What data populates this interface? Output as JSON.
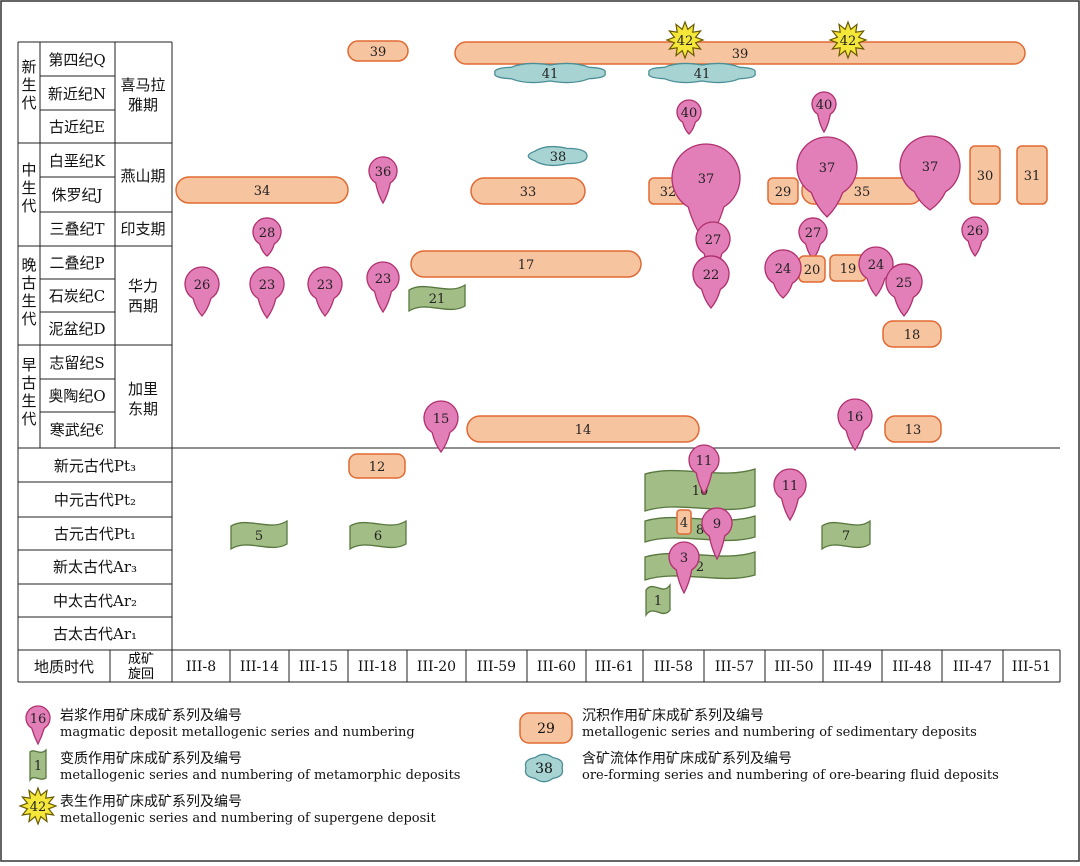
{
  "colors": {
    "magmatic_fill": "#e27fb8",
    "magmatic_stroke": "#b0306e",
    "sedimentary_fill": "#f7c4a0",
    "sedimentary_stroke": "#e06a34",
    "metamorphic_fill": "#a2bd85",
    "metamorphic_stroke": "#58783f",
    "fluid_fill": "#a7d3d3",
    "fluid_stroke": "#4a8e96",
    "supergene_fill": "#f4e73a",
    "supergene_stroke": "#6a5a00"
  },
  "eras": [
    {
      "name": "新\n生\n代",
      "cycle": "喜马拉\n雅期",
      "periods": [
        "第四纪Q",
        "新近纪N",
        "古近纪E"
      ]
    },
    {
      "name": "中\n生\n代",
      "cycle": "燕山期",
      "periods": [
        "白垩纪K",
        "侏罗纪J"
      ]
    },
    {
      "name": "",
      "cycle": "印支期",
      "periods": [
        "三叠纪T"
      ]
    },
    {
      "name": "晚\n古\n生\n代",
      "cycle": "华力\n西期",
      "periods": [
        "二叠纪P",
        "石炭纪C",
        "泥盆纪D"
      ]
    },
    {
      "name": "早\n古\n生\n代",
      "cycle": "加里\n东期",
      "periods": [
        "志留纪S",
        "奥陶纪O",
        "寒武纪€"
      ]
    }
  ],
  "precambrian": [
    "新元古代Pt₃",
    "中元古代Pt₂",
    "古元古代Pt₁",
    "新太古代Ar₃",
    "中太古代Ar₂",
    "古太古代Ar₁"
  ],
  "axis": {
    "corner_left": "地质时代",
    "corner_right": "成矿\n旋回",
    "units": [
      "III-8",
      "III-14",
      "III-15",
      "III-18",
      "III-20",
      "III-59",
      "III-60",
      "III-61",
      "III-58",
      "III-57",
      "III-50",
      "III-49",
      "III-48",
      "III-47",
      "III-51"
    ]
  },
  "legend": {
    "magmatic": {
      "sample": "16",
      "cn": "岩浆作用矿床成矿系列及编号",
      "en": "magmatic deposit metallogenic series and numbering"
    },
    "sedimentary": {
      "sample": "29",
      "cn": "沉积作用矿床成矿系列及编号",
      "en": "metallogenic series and numbering of sedimentary deposits"
    },
    "metamorphic": {
      "sample": "1",
      "cn": "变质作用矿床成矿系列及编号",
      "en": "metallogenic series and numbering of metamorphic deposits"
    },
    "fluid": {
      "sample": "38",
      "cn": "含矿流体作用矿床成矿系列及编号",
      "en": "ore-forming series and numbering of ore-bearing fluid deposits"
    },
    "supergene": {
      "sample": "42",
      "cn": "表生作用矿床成矿系列及编号",
      "en": "metallogenic series and numbering of supergene deposit"
    }
  },
  "series": [
    {
      "type": "sedimentary",
      "label": "39"
    },
    {
      "type": "sedimentary",
      "label": "39"
    },
    {
      "type": "supergene",
      "label": "42"
    },
    {
      "type": "supergene",
      "label": "42"
    },
    {
      "type": "fluid",
      "label": "41"
    },
    {
      "type": "fluid",
      "label": "41"
    },
    {
      "type": "magmatic",
      "label": "40"
    },
    {
      "type": "magmatic",
      "label": "40"
    },
    {
      "type": "fluid",
      "label": "38"
    },
    {
      "type": "magmatic",
      "label": "36"
    },
    {
      "type": "sedimentary",
      "label": "34"
    },
    {
      "type": "sedimentary",
      "label": "33"
    },
    {
      "type": "sedimentary",
      "label": "32"
    },
    {
      "type": "sedimentary",
      "label": "29"
    },
    {
      "type": "sedimentary",
      "label": "35"
    },
    {
      "type": "sedimentary",
      "label": "30"
    },
    {
      "type": "sedimentary",
      "label": "31"
    },
    {
      "type": "magmatic",
      "label": "37"
    },
    {
      "type": "magmatic",
      "label": "37"
    },
    {
      "type": "magmatic",
      "label": "37"
    },
    {
      "type": "magmatic",
      "label": "28"
    },
    {
      "type": "magmatic",
      "label": "27"
    },
    {
      "type": "magmatic",
      "label": "27"
    },
    {
      "type": "magmatic",
      "label": "26"
    },
    {
      "type": "sedimentary",
      "label": "17"
    },
    {
      "type": "sedimentary",
      "label": "20"
    },
    {
      "type": "sedimentary",
      "label": "19"
    },
    {
      "type": "sedimentary",
      "label": "18"
    },
    {
      "type": "metamorphic",
      "label": "21"
    },
    {
      "type": "magmatic",
      "label": "26"
    },
    {
      "type": "magmatic",
      "label": "23"
    },
    {
      "type": "magmatic",
      "label": "23"
    },
    {
      "type": "magmatic",
      "label": "23"
    },
    {
      "type": "magmatic",
      "label": "22"
    },
    {
      "type": "magmatic",
      "label": "24"
    },
    {
      "type": "magmatic",
      "label": "24"
    },
    {
      "type": "magmatic",
      "label": "25"
    },
    {
      "type": "sedimentary",
      "label": "14"
    },
    {
      "type": "sedimentary",
      "label": "13"
    },
    {
      "type": "magmatic",
      "label": "15"
    },
    {
      "type": "magmatic",
      "label": "16"
    },
    {
      "type": "sedimentary",
      "label": "12"
    },
    {
      "type": "metamorphic",
      "label": "10"
    },
    {
      "type": "metamorphic",
      "label": "5"
    },
    {
      "type": "metamorphic",
      "label": "6"
    },
    {
      "type": "metamorphic",
      "label": "8"
    },
    {
      "type": "metamorphic",
      "label": "7"
    },
    {
      "type": "metamorphic",
      "label": "2"
    },
    {
      "type": "metamorphic",
      "label": "1"
    },
    {
      "type": "sedimentary",
      "label": "4"
    },
    {
      "type": "magmatic",
      "label": "11"
    },
    {
      "type": "magmatic",
      "label": "11"
    },
    {
      "type": "magmatic",
      "label": "9"
    },
    {
      "type": "magmatic",
      "label": "3"
    }
  ]
}
